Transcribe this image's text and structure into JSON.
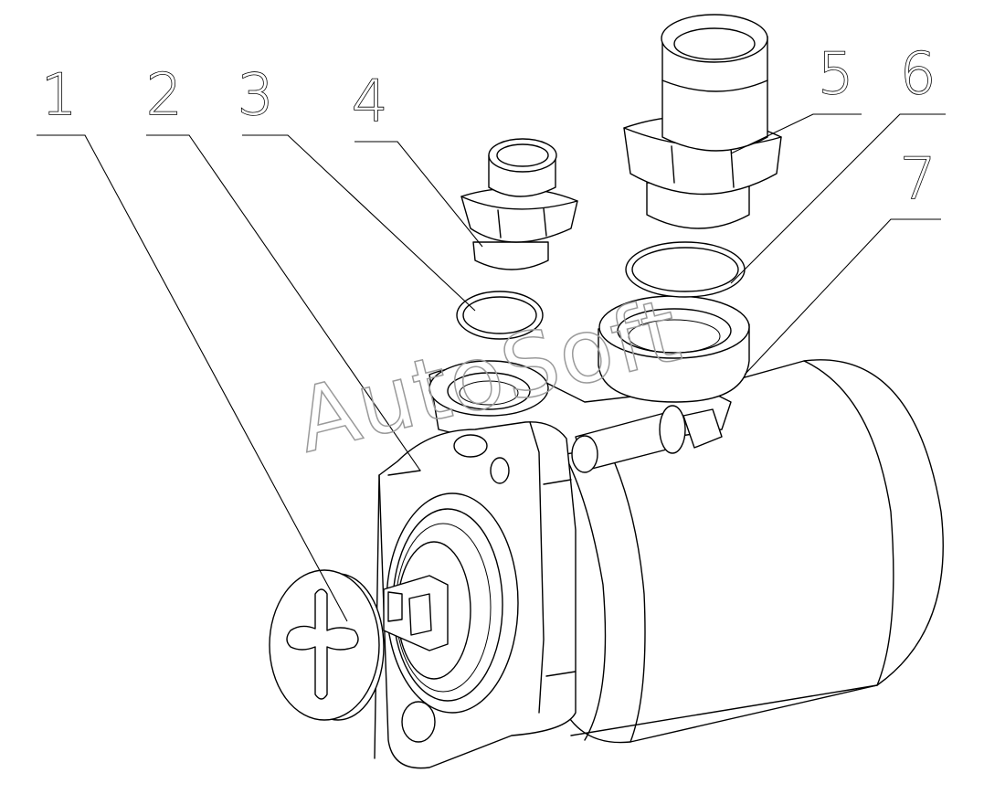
{
  "callouts": [
    {
      "label": "1"
    },
    {
      "label": "2"
    },
    {
      "label": "3"
    },
    {
      "label": "4"
    },
    {
      "label": "5"
    },
    {
      "label": "6"
    },
    {
      "label": "7"
    }
  ],
  "watermark": "AutoSoft"
}
